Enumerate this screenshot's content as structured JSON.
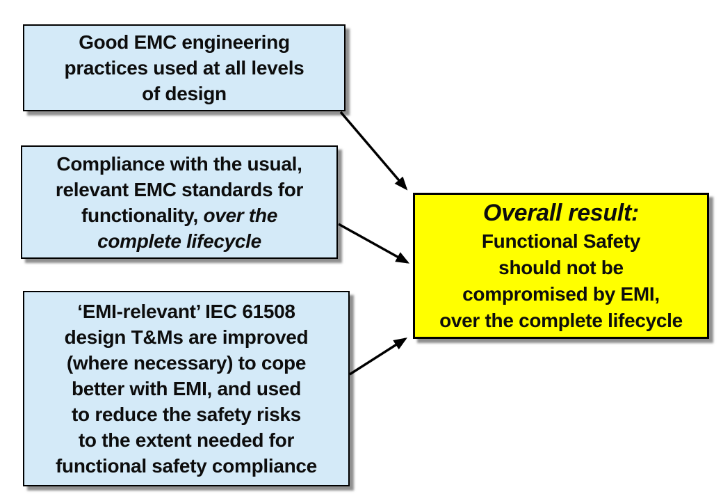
{
  "colors": {
    "source_box_fill": "#d4eaf8",
    "result_box_fill": "#ffff00",
    "border": "#000000",
    "arrow": "#000000",
    "shadow": "#7d7d7d"
  },
  "source_boxes": [
    {
      "name": "good-emc-practices",
      "text": "Good EMC engineering\npractices used at all levels\nof design"
    },
    {
      "name": "emc-standards-compliance",
      "text_regular": "Compliance with the usual,\nrelevant EMC standards for\nfunctionality, ",
      "text_italic": "over the\ncomplete lifecycle"
    },
    {
      "name": "emi-relevant-iec61508",
      "text": "‘EMI-relevant’ IEC 61508\ndesign T&Ms are improved\n(where necessary) to cope\nbetter with EMI, and used\nto reduce the safety risks\nto the extent needed for\nfunctional safety compliance"
    }
  ],
  "result_box": {
    "heading": "Overall result:",
    "body": "Functional Safety\nshould not be\ncompromised by EMI,\nover the complete lifecycle"
  }
}
